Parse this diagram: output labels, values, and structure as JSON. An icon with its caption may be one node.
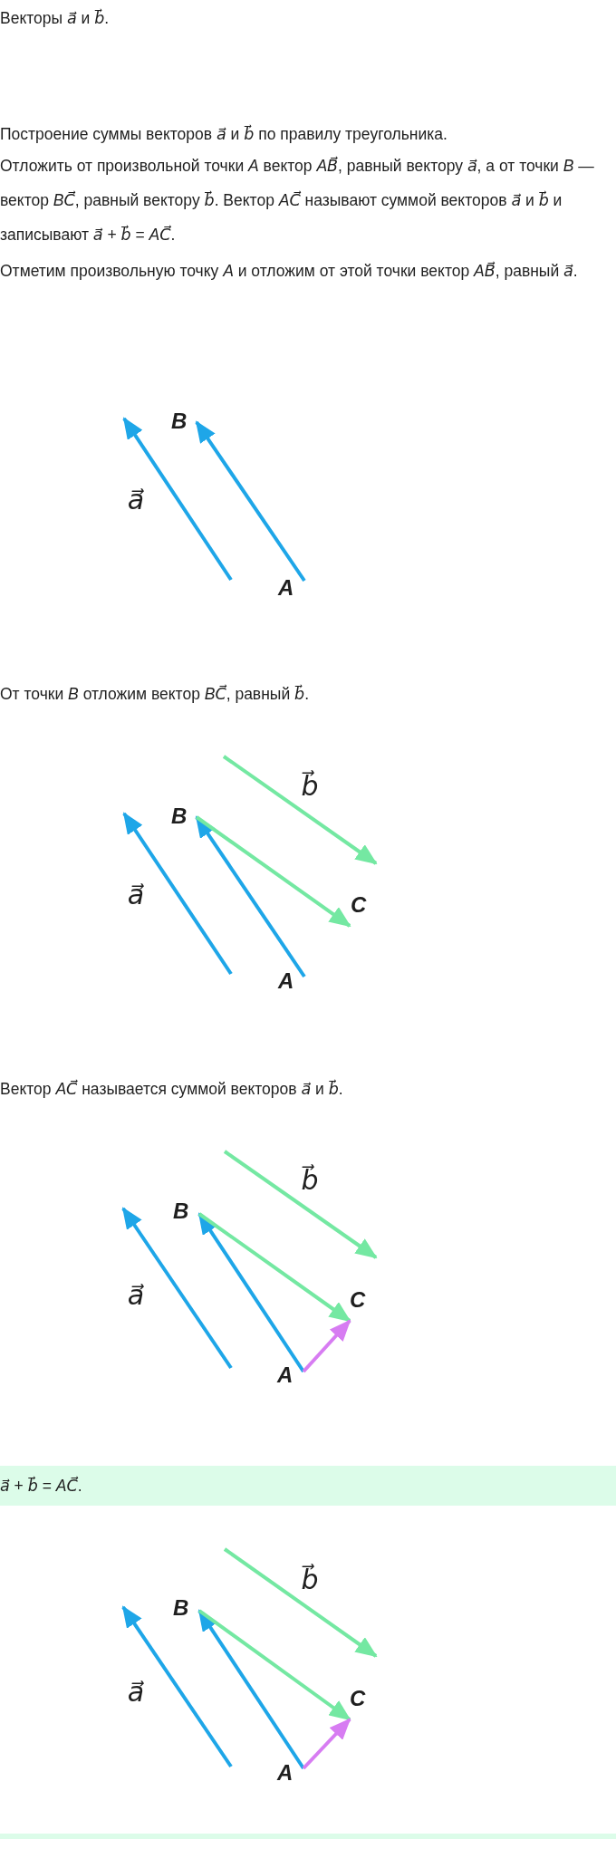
{
  "diagram": {
    "nodes": [
      {
        "text": [
          "B"
        ]
      },
      {
        "text": [
          "A"
        ]
      },
      {
        "text": [
          "B"
        ]
      },
      {
        "text": [
          "C"
        ]
      },
      {
        "text": [
          "A"
        ]
      },
      {
        "text": [
          "B"
        ]
      },
      {
        "text": [
          "C"
        ]
      },
      {
        "text": [
          "A"
        ]
      },
      {
        "text": [
          "B"
        ]
      },
      {
        "text": [
          "C"
        ]
      },
      {
        "text": [
          "A"
        ]
      }
    ],
    "edges": [
      {
        "from": 1,
        "to": 0,
        "arrow": "to"
      },
      {
        "from": 4,
        "to": 2,
        "arrow": "to"
      },
      {
        "from": 2,
        "to": 3,
        "arrow": "to",
        "color": "#74e8a2"
      },
      {
        "from": 7,
        "to": 5,
        "arrow": "to"
      },
      {
        "from": 5,
        "to": 6,
        "arrow": "to",
        "color": "#74e8a2"
      },
      {
        "from": 7,
        "to": 6,
        "arrow": "to",
        "color": "#d77cf2"
      },
      {
        "from": 10,
        "to": 8,
        "arrow": "to"
      },
      {
        "from": 8,
        "to": 9,
        "arrow": "to",
        "color": "#74e8a2"
      },
      {
        "from": 10,
        "to": 9,
        "arrow": "to",
        "color": "#d77cf2"
      }
    ],
    "labels": [
      "Векторы *a⃗* и *b⃗*.",
      "Построение суммы векторов *a⃗* и *b⃗* по правилу треугольника.",
      "Отложить от произвольной точки *A* вектор *AB⃗*, равный вектору *a⃗*, а от точки *B* — вектор *BC⃗*, равный вектору *b⃗*. Вектор *AC⃗* называют суммой векторов *a⃗* и *b⃗* и записывают *a⃗* + *b⃗* = *AC⃗*.",
      "Отметим произвольную точку *A* и отложим от этой точки вектор *AB⃗*, равный *a⃗*.",
      "a⃗",
      "От точки *B* отложим вектор *BC⃗*, равный *b⃗*.",
      "b⃗",
      "a⃗",
      "Вектор *AC⃗* называется суммой векторов *a⃗* и *b⃗*.",
      "b⃗",
      "a⃗",
      "*a⃗* + *b⃗* = *AC⃗*.",
      "b⃗",
      "a⃗"
    ]
  }
}
